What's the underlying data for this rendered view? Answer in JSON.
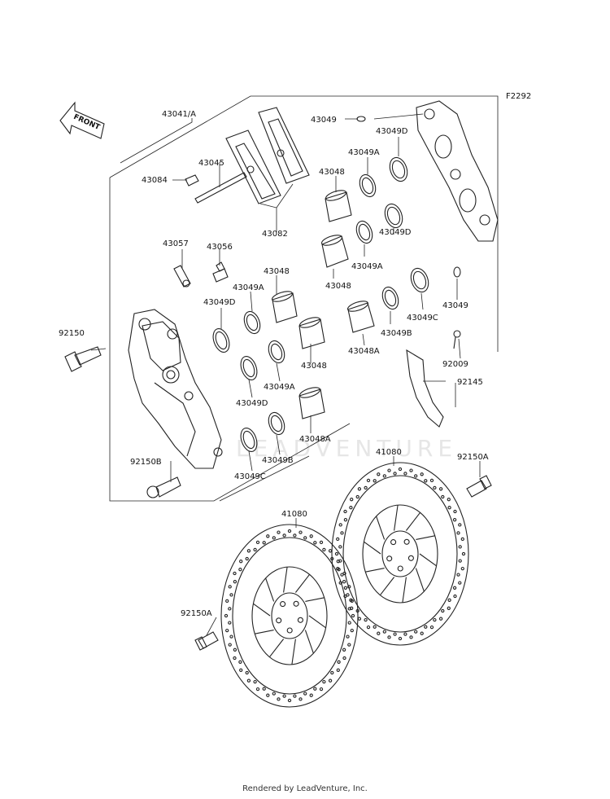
{
  "diagram_code": "F2292",
  "front_arrow_label": "FRONT",
  "watermark": "LEADVENTURE",
  "footer": "Rendered by LeadVenture, Inc.",
  "labels": {
    "p43041A": "43041/A",
    "p43084": "43084",
    "p43045": "43045",
    "p43082": "43082",
    "p43057": "43057",
    "p43056": "43056",
    "p92150": "92150",
    "p92150B": "92150B",
    "p43049_top": "43049",
    "p43049D_top": "43049D",
    "p43049A_top": "43049A",
    "p43048_top": "43048",
    "p43049D_mid": "43049D",
    "p43049A_mid": "43049A",
    "p43048_mid": "43048",
    "p43049C_right": "43049C",
    "p43049_right": "43049",
    "p43049B_right": "43049B",
    "p43048A_right": "43048A",
    "p92009": "92009",
    "p92145": "92145",
    "p43048_left": "43048",
    "p43049A_left": "43049A",
    "p43049D_left": "43049D",
    "p43048_center": "43048",
    "p43049A_center": "43049A",
    "p43049D_center": "43049D",
    "p43048A_center": "43048A",
    "p43049B_center": "43049B",
    "p43049C_center": "43049C",
    "p41080_right": "41080",
    "p92150A_right": "92150A",
    "p41080_left": "41080",
    "p92150A_left": "92150A"
  }
}
